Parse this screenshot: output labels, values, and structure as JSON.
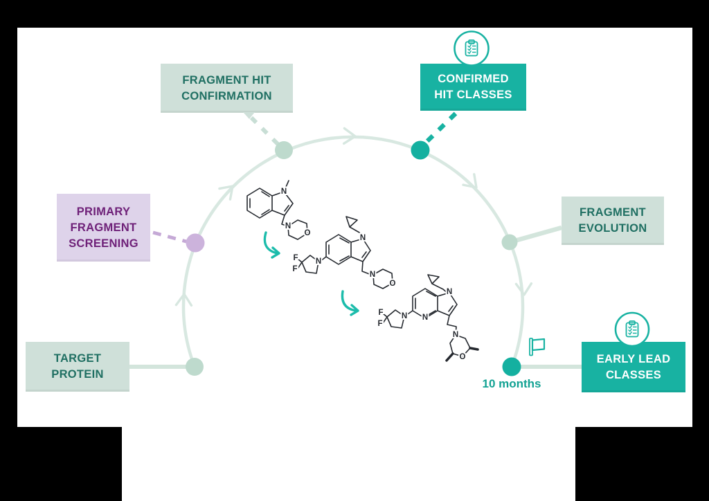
{
  "diagram": {
    "title_hint": "fragment-based drug discovery cycle",
    "stages": [
      {
        "id": "target-protein",
        "variant": "sage",
        "label_lines": [
          "TARGET",
          "PROTEIN"
        ]
      },
      {
        "id": "primary-fragment-screening",
        "variant": "purple",
        "label_lines": [
          "PRIMARY",
          "FRAGMENT",
          "SCREENING"
        ]
      },
      {
        "id": "fragment-hit-confirmation",
        "variant": "sage",
        "label_lines": [
          "FRAGMENT HIT",
          "CONFIRMATION"
        ]
      },
      {
        "id": "confirmed-hit-classes",
        "variant": "teal",
        "label_lines": [
          "CONFIRMED",
          "HIT CLASSES"
        ],
        "icon": "clipboard-checklist-icon"
      },
      {
        "id": "fragment-evolution",
        "variant": "sage",
        "label_lines": [
          "FRAGMENT",
          "EVOLUTION"
        ]
      },
      {
        "id": "early-lead-classes",
        "variant": "teal",
        "label_lines": [
          "EARLY LEAD",
          "CLASSES"
        ],
        "icon": "clipboard-checklist-icon"
      }
    ],
    "timeline": {
      "duration_label": "10 months",
      "milestone_icon": "flag-icon"
    },
    "colors": {
      "background": "#000000",
      "surface": "#ffffff",
      "teal": "#18b2a2",
      "sage_box": "#cfe0d9",
      "sage_text": "#1f6f62",
      "purple_box": "#ded3ea",
      "purple_text": "#6e2078",
      "arc": "#d8e8e1",
      "sage_node": "#bedacd",
      "purple_node": "#ccb3dc",
      "molecule_arrow": "#1cbcab",
      "duration_text": "#12a293"
    },
    "molecules": {
      "m1": {
        "atoms": [
          "N",
          "N",
          "O"
        ]
      },
      "m2": {
        "atoms": [
          "N",
          "F",
          "F",
          "N",
          "N",
          "O"
        ]
      },
      "m3": {
        "atoms": [
          "N",
          "F",
          "F",
          "N",
          "N",
          "N",
          "O"
        ]
      }
    }
  }
}
